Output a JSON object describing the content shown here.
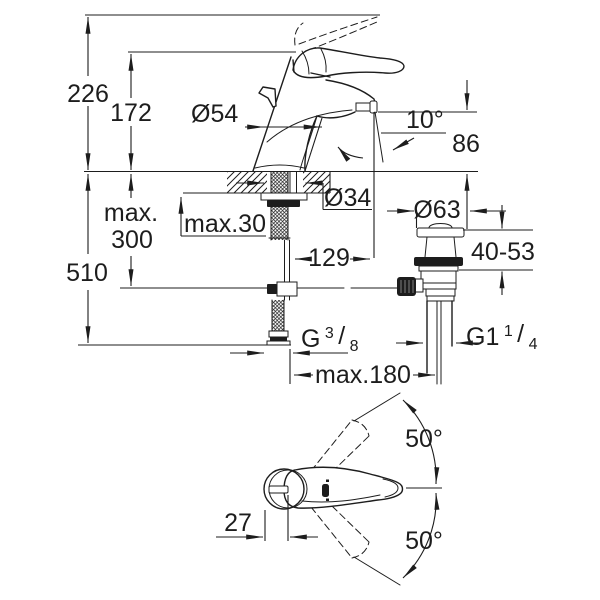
{
  "meta": {
    "drawing_type": "faucet-technical-dimension-drawing",
    "background_color": "#ffffff",
    "line_color": "#1d1d1d"
  },
  "side_view": {
    "dim_overall_height": "226",
    "dim_lever_height": "172",
    "dim_base_dia": "Ø54",
    "dim_spout_angle": "10°",
    "dim_spout_height": "86",
    "dim_hole_dia": "Ø34",
    "dim_deck_thickness": "max.30",
    "dim_mount_depth_line1": "max.",
    "dim_mount_depth_line2": "300",
    "dim_total_height": "510",
    "dim_flange_dia": "Ø63",
    "dim_clamp_range": "40-53",
    "dim_spout_reach": "129",
    "dim_waste_offset": "max.180",
    "thread_supply": {
      "base": "G",
      "sup": "3",
      "slash": "/",
      "sub": "8"
    },
    "thread_waste": {
      "base": "G1",
      "sup": "1",
      "slash": "/",
      "sub": "4"
    }
  },
  "top_view": {
    "dim_handle_offset": "27",
    "dim_swivel_up": "50°",
    "dim_swivel_down": "50°"
  }
}
